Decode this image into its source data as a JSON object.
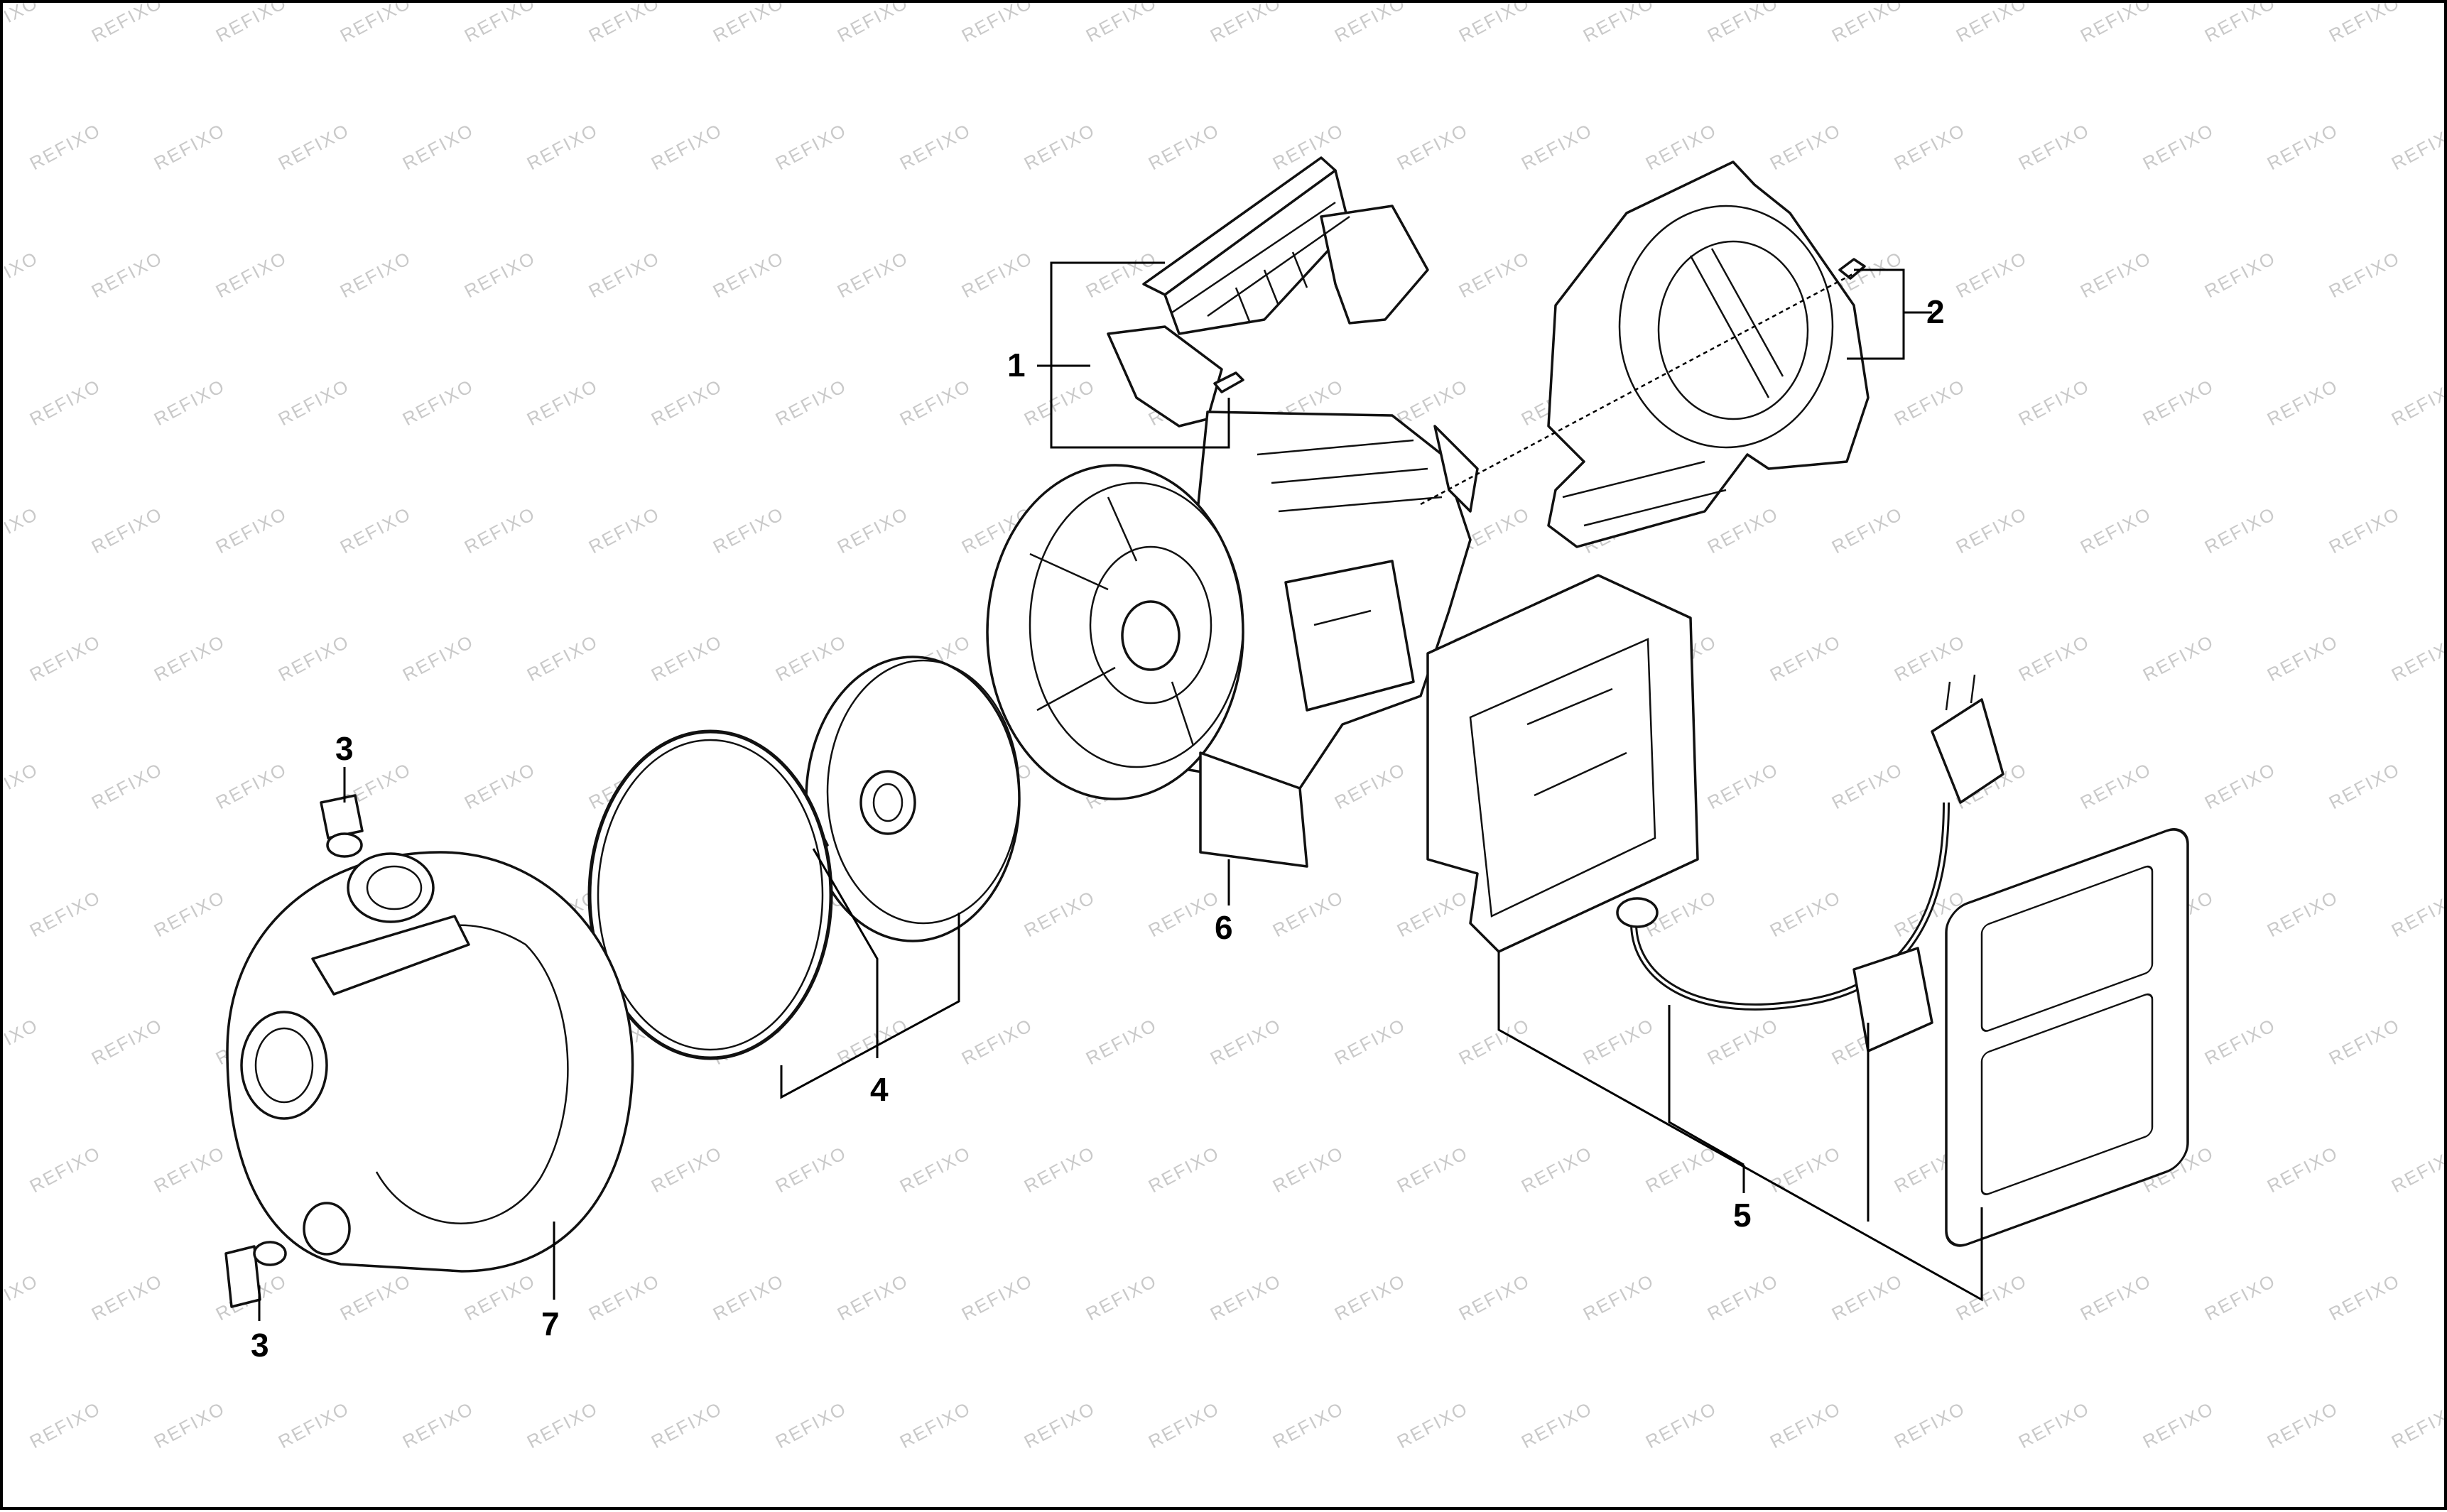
{
  "watermark": "REFIXO",
  "callouts": {
    "handle": "1",
    "motor_cover": "2",
    "plug_top": "3",
    "plug_bottom": "3",
    "impeller_set": "4",
    "electrical_set": "5",
    "motor": "6",
    "pump_housing": "7"
  }
}
